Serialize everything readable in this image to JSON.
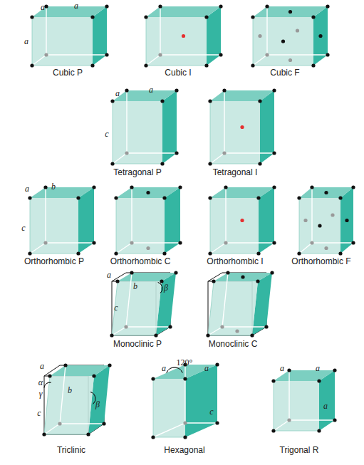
{
  "diagram": {
    "labels": [
      "a",
      "a",
      "a",
      "Cubic P",
      "Cubic I",
      "Cubic F",
      "a",
      "a",
      "c",
      "Tetragonal P",
      "Tetragonal I",
      "a",
      "b",
      "c",
      "Orthorhombic P",
      "Orthorhombic C",
      "Orthorhombic I",
      "Orthorhombic F",
      "a",
      "b",
      "c",
      "β",
      "Monoclinic P",
      "Monoclinic C",
      "a",
      "α",
      "γ",
      "b",
      "β",
      "c",
      "a",
      "120°",
      "a",
      "c",
      "a",
      "a",
      "a",
      "Triclinic",
      "Hexagonal",
      "Trigonal R"
    ]
  }
}
